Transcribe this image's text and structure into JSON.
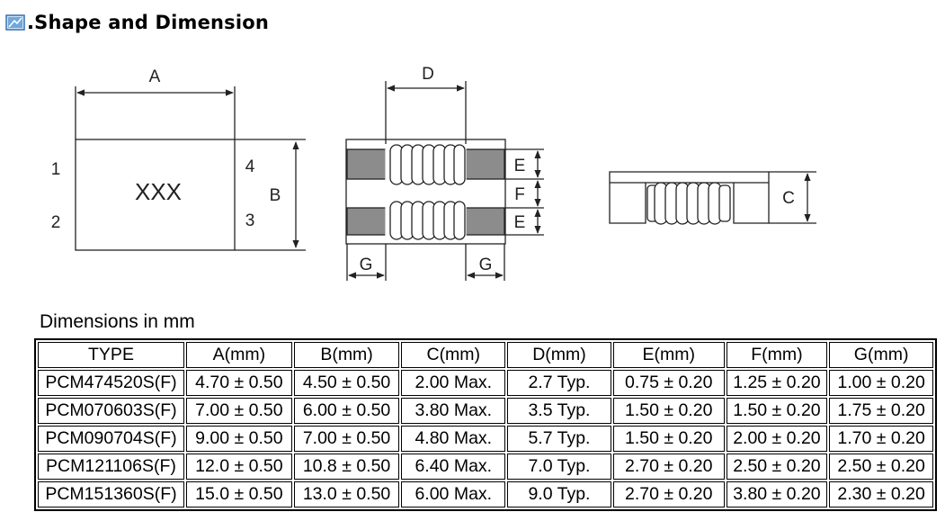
{
  "heading": {
    "title": ".Shape and Dimension",
    "icon": "document-icon"
  },
  "drawing": {
    "labels": {
      "A": "A",
      "B": "B",
      "C": "C",
      "D": "D",
      "E": "E",
      "F": "F",
      "G": "G",
      "pin1": "1",
      "pin2": "2",
      "pin3": "3",
      "pin4": "4",
      "marking": "XXX"
    },
    "colors": {
      "line": "#222222",
      "terminal": "#8c8c8c"
    }
  },
  "table": {
    "caption": "Dimensions in mm",
    "headers": [
      "TYPE",
      "A(mm)",
      "B(mm)",
      "C(mm)",
      "D(mm)",
      "E(mm)",
      "F(mm)",
      "G(mm)"
    ],
    "rows": [
      [
        "PCM474520S(F)",
        "4.70 ± 0.50",
        "4.50 ± 0.50",
        "2.00 Max.",
        "2.7 Typ.",
        "0.75 ± 0.20",
        "1.25 ± 0.20",
        "1.00 ± 0.20"
      ],
      [
        "PCM070603S(F)",
        "7.00 ± 0.50",
        "6.00 ± 0.50",
        "3.80 Max.",
        "3.5 Typ.",
        "1.50 ± 0.20",
        "1.50 ± 0.20",
        "1.75 ± 0.20"
      ],
      [
        "PCM090704S(F)",
        "9.00 ± 0.50",
        "7.00 ± 0.50",
        "4.80 Max.",
        "5.7 Typ.",
        "1.50 ± 0.20",
        "2.00 ± 0.20",
        "1.70 ± 0.20"
      ],
      [
        "PCM121106S(F)",
        "12.0 ± 0.50",
        "10.8 ± 0.50",
        "6.40 Max.",
        "7.0 Typ.",
        "2.70 ± 0.20",
        "2.50 ± 0.20",
        "2.50 ± 0.20"
      ],
      [
        "PCM151360S(F)",
        "15.0 ± 0.50",
        "13.0 ± 0.50",
        "6.00 Max.",
        "9.0 Typ.",
        "2.70 ± 0.20",
        "3.80 ± 0.20",
        "2.30 ± 0.20"
      ]
    ]
  }
}
